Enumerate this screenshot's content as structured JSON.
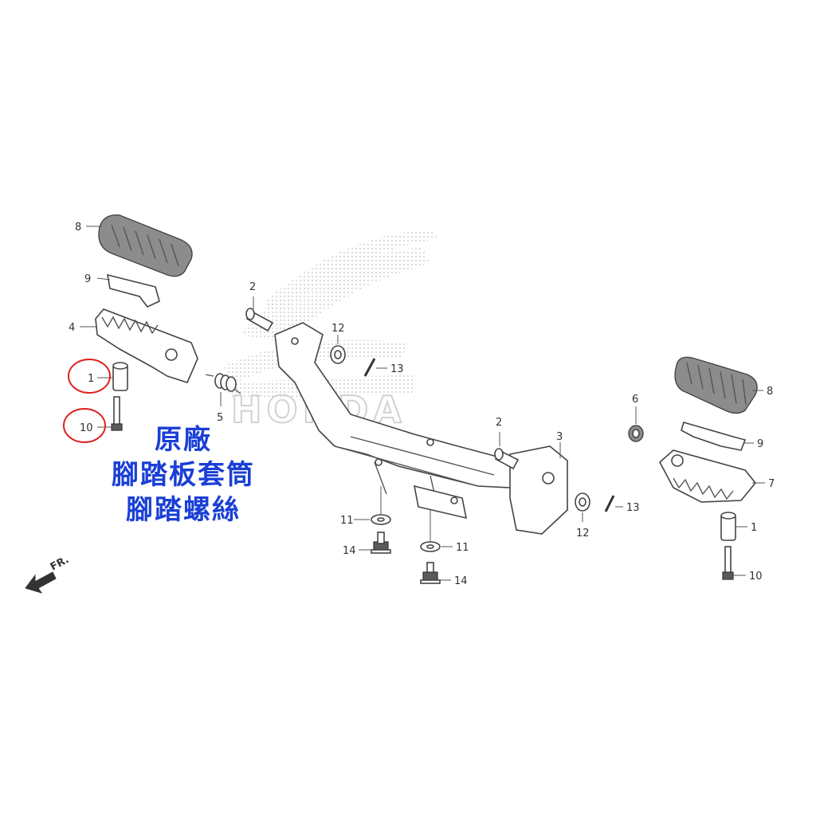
{
  "watermark": {
    "brand_text": "HONDA"
  },
  "direction_arrow": {
    "label": "FR."
  },
  "callouts": {
    "c1_left": "1",
    "c1_right": "1",
    "c2_upper": "2",
    "c2_lower": "2",
    "c3": "3",
    "c4": "4",
    "c5": "5",
    "c6": "6",
    "c7": "7",
    "c8_left": "8",
    "c8_right": "8",
    "c9_left": "9",
    "c9_right": "9",
    "c10_left": "10",
    "c10_right": "10",
    "c11_left": "11",
    "c11_lower": "11",
    "c12_upper": "12",
    "c12_lower": "12",
    "c13_upper": "13",
    "c13_lower": "13",
    "c14_left": "14",
    "c14_lower": "14"
  },
  "annotation": {
    "line1": "原廠",
    "line2": "腳踏板套筒",
    "line3": "腳踏螺絲"
  },
  "colors": {
    "highlight_circle": "#e02020",
    "annotation_text": "#1a3fd6",
    "watermark": "#d9d9d9"
  }
}
